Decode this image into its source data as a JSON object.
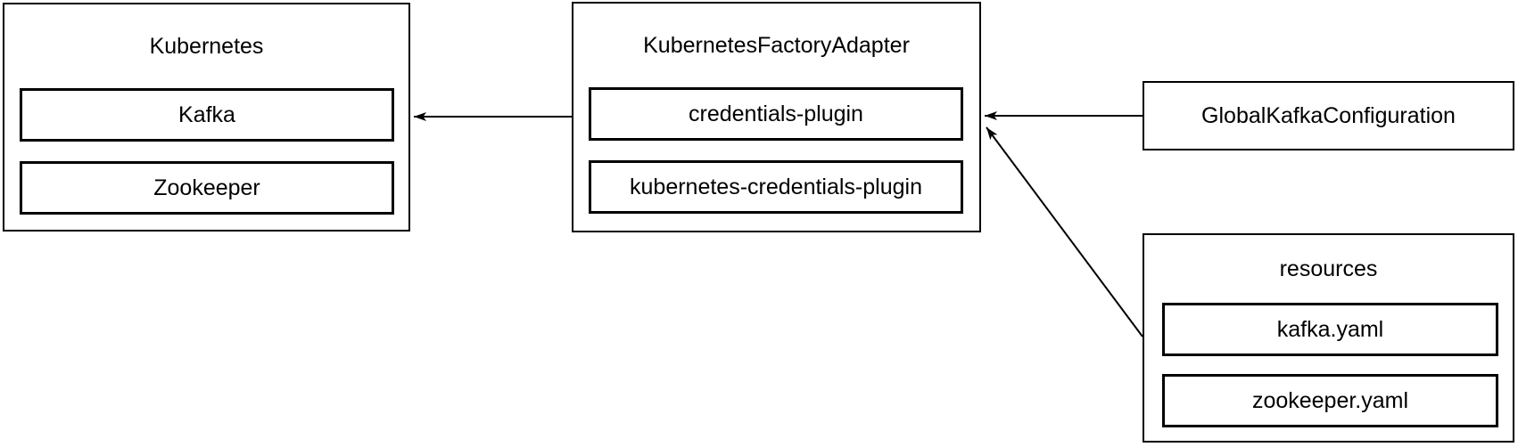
{
  "colors": {
    "background": "#ffffff",
    "stroke": "#000000",
    "text": "#000000"
  },
  "nodes": {
    "kubernetes": {
      "title": "Kubernetes",
      "items": [
        {
          "label": "Kafka"
        },
        {
          "label": "Zookeeper"
        }
      ]
    },
    "adapter": {
      "title": "KubernetesFactoryAdapter",
      "items": [
        {
          "label": "credentials-plugin"
        },
        {
          "label": "kubernetes-credentials-plugin"
        }
      ]
    },
    "global_config": {
      "title": "GlobalKafkaConfiguration"
    },
    "resources": {
      "title": "resources",
      "items": [
        {
          "label": "kafka.yaml"
        },
        {
          "label": "zookeeper.yaml"
        }
      ]
    }
  },
  "edges": [
    {
      "from": "KubernetesFactoryAdapter",
      "to": "Kubernetes"
    },
    {
      "from": "GlobalKafkaConfiguration",
      "to": "KubernetesFactoryAdapter"
    },
    {
      "from": "resources",
      "to": "KubernetesFactoryAdapter"
    }
  ]
}
